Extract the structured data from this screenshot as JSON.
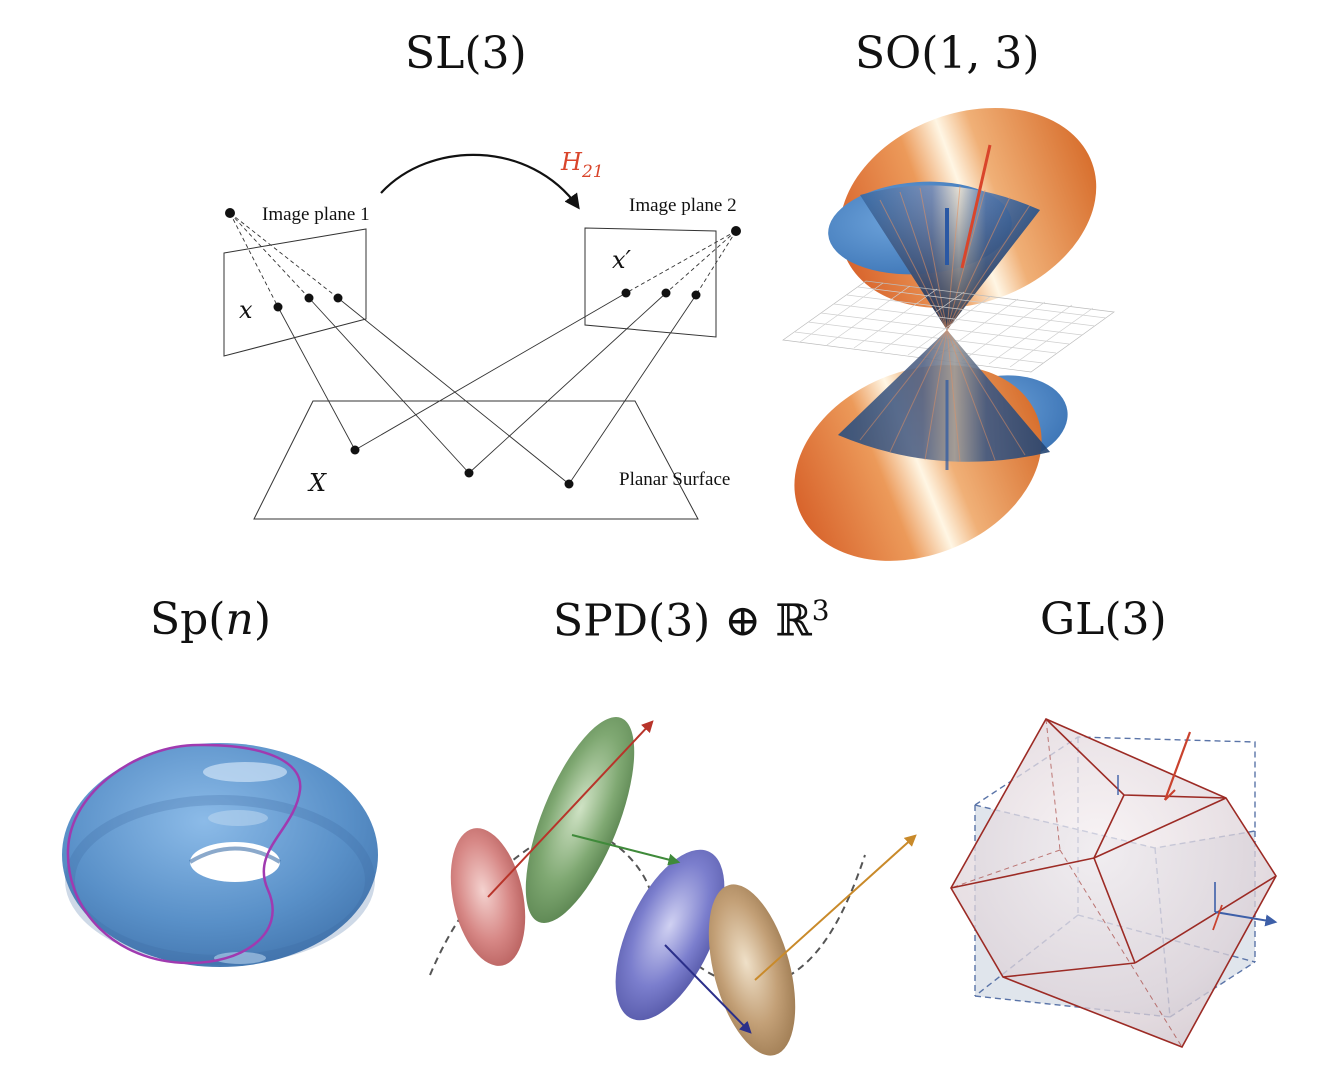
{
  "titles": {
    "sl3": "SL(3)",
    "so13": "SO(1, 3)",
    "spn_prefix": "Sp(",
    "spn_var": "n",
    "spn_suffix": ")",
    "spd_prefix": "SPD(3) ⊕ ",
    "spd_field": "ℝ",
    "spd_exp": "3",
    "gl3": "GL(3)"
  },
  "sl3_diagram": {
    "image_plane_1": "Image plane 1",
    "image_plane_2": "Image plane 2",
    "planar_surface": "Planar Surface",
    "x": "x",
    "x_prime": "x′",
    "X": "X",
    "H": "H",
    "H_sub": "21"
  },
  "colors": {
    "cone_orange": "#e07a3e",
    "cone_blue": "#4a87c8",
    "torus_blue": "#5b93cc",
    "torus_curve": "#a03ab0",
    "homography_red": "#d9452b",
    "ellipsoid_red": "#d0787a",
    "ellipsoid_green": "#6f9a63",
    "ellipsoid_blue": "#6c6fc0",
    "ellipsoid_tan": "#b9946a",
    "cube_red": "#9c2b25",
    "cube_blue": "#5a74a8"
  }
}
